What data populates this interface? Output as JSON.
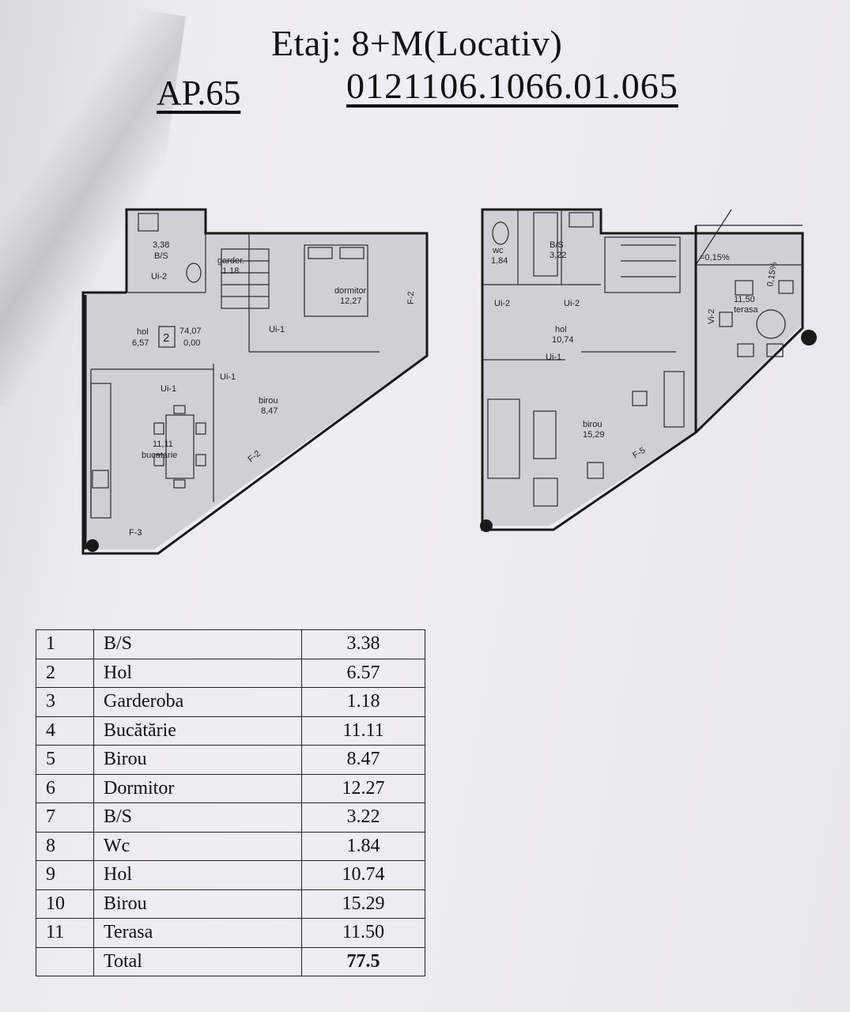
{
  "header": {
    "title": "Etaj: 8+M(Locativ)",
    "apartment": "AP.65",
    "cadastral": "0121106.1066.01.065"
  },
  "plan_labels": {
    "level1": {
      "bs": "B/S",
      "bs_area": "3,38",
      "garder": "garder.",
      "garder_area": "1.18",
      "dormitor": "dormitor",
      "dormitor_area": "12,27",
      "hol": "hol",
      "hol_area": "6,57",
      "stair_no": "2",
      "level_top": "74,07",
      "level_base": "0,00",
      "bucatarie": "bucatarie",
      "bucatarie_area": "11,11",
      "birou": "birou",
      "birou_area": "8,47",
      "ui2": "Ui-2",
      "ui1a": "Ui-1",
      "ui1b": "Ui-1",
      "ui1c": "Ui-1",
      "f2a": "F-2",
      "f2b": "F-2",
      "f3": "F-3"
    },
    "level2": {
      "wc": "wc",
      "wc_area": "1,84",
      "bs": "B/S",
      "bs_area": "3,22",
      "slope": "=0,15%",
      "slope2": "0,15%",
      "terasa": "terasa",
      "terasa_area": "11,50",
      "hol": "hol",
      "hol_area": "10,74",
      "birou": "birou",
      "birou_area": "15,29",
      "ui2a": "Ui-2",
      "ui2b": "Ui-2",
      "ui1": "Ui-1",
      "vi2": "Vi-2",
      "f5": "F-5"
    }
  },
  "table": {
    "rows": [
      {
        "n": "1",
        "name": "B/S",
        "value": "3.38"
      },
      {
        "n": "2",
        "name": "Hol",
        "value": "6.57"
      },
      {
        "n": "3",
        "name": "Garderoba",
        "value": "1.18"
      },
      {
        "n": "4",
        "name": "Bucătărie",
        "value": "11.11"
      },
      {
        "n": "5",
        "name": "Birou",
        "value": "8.47"
      },
      {
        "n": "6",
        "name": "Dormitor",
        "value": "12.27"
      },
      {
        "n": "7",
        "name": "B/S",
        "value": "3.22"
      },
      {
        "n": "8",
        "name": "Wc",
        "value": "1.84"
      },
      {
        "n": "9",
        "name": "Hol",
        "value": "10.74"
      },
      {
        "n": "10",
        "name": "Birou",
        "value": "15.29"
      },
      {
        "n": "11",
        "name": "Terasa",
        "value": "11.50"
      }
    ],
    "total_label": "Total",
    "total_value": "77.5"
  }
}
